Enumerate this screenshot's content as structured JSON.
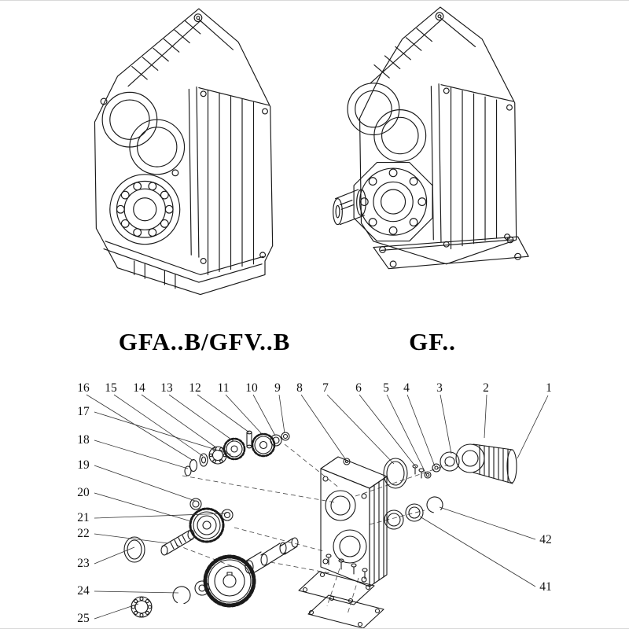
{
  "page": {
    "background": "#ffffff",
    "line_color": "#1a1a1a"
  },
  "figures": {
    "left": {
      "label": "GFA..B/GFV..B"
    },
    "right": {
      "label": "GF.."
    }
  },
  "exploded": {
    "top_numbers": [
      "16",
      "15",
      "14",
      "13",
      "12",
      "11",
      "10",
      "9",
      "8",
      "7",
      "6",
      "5",
      "4",
      "3",
      "2",
      "1"
    ],
    "left_numbers": [
      "17",
      "18",
      "19",
      "20",
      "21",
      "22",
      "23",
      "24",
      "25"
    ],
    "right_numbers": [
      "42",
      "41"
    ]
  }
}
